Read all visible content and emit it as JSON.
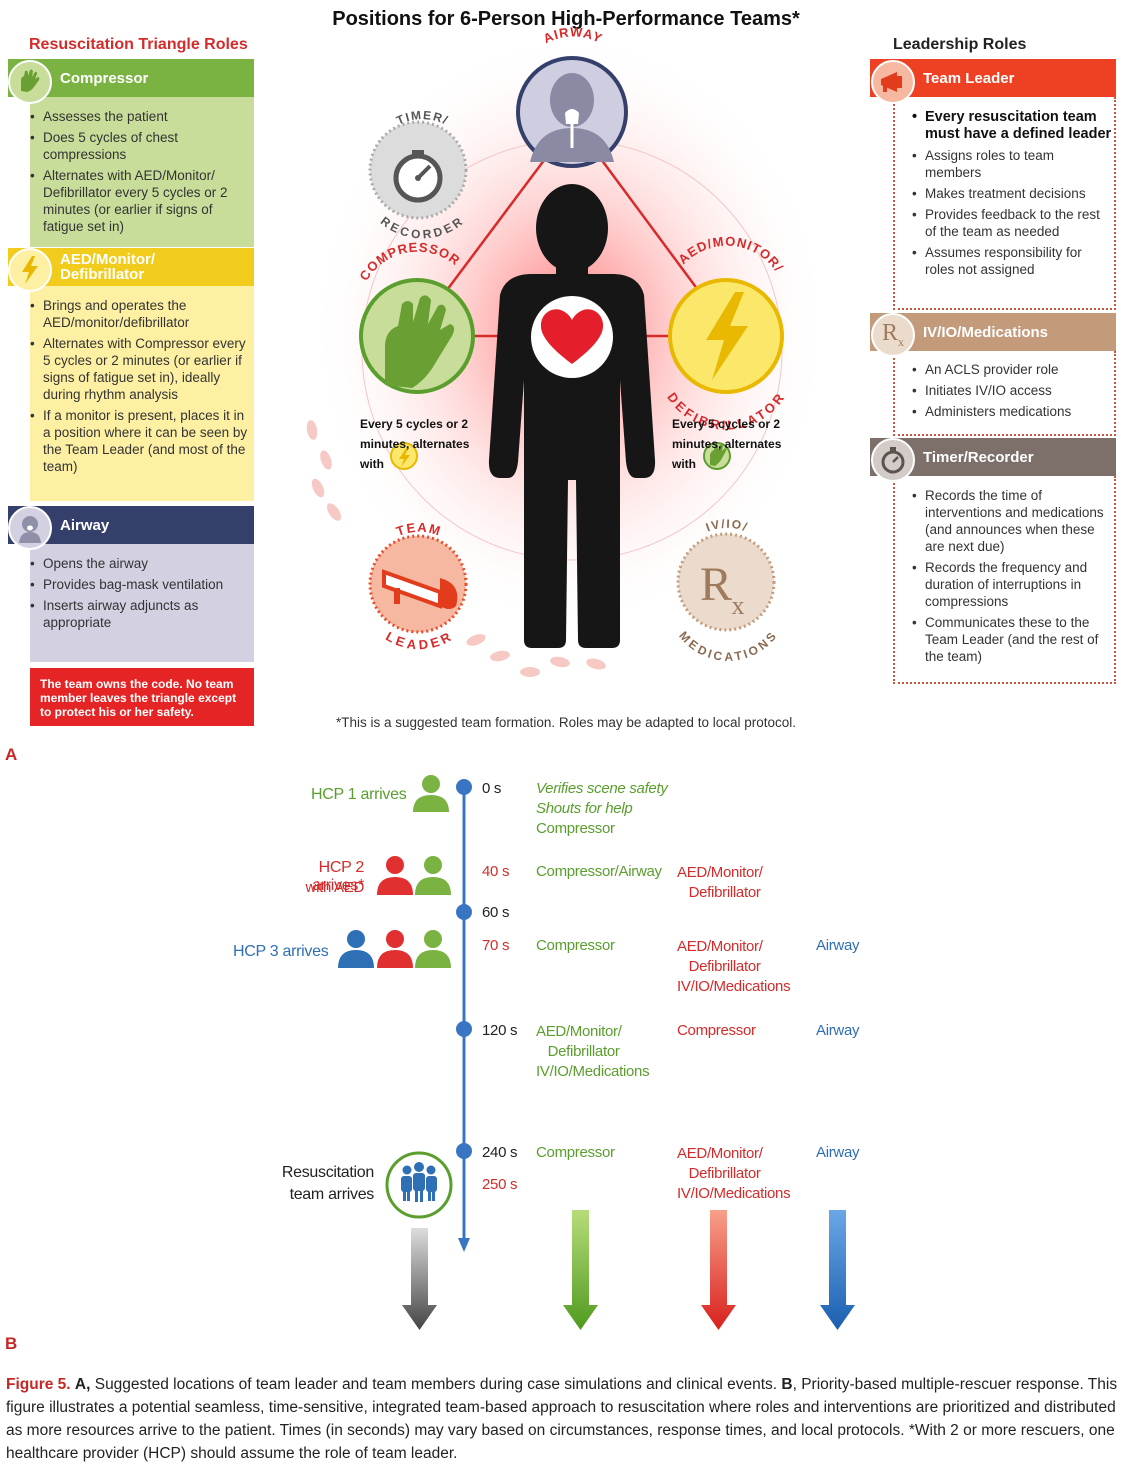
{
  "title": "Positions for 6-Person High-Performance Teams*",
  "triangle_heading": "Resuscitation Triangle Roles",
  "leadership_heading": "Leadership Roles",
  "compressor": {
    "title": "Compressor",
    "items": [
      "Assesses the patient",
      "Does 5 cycles of chest compressions",
      "Alternates with AED/Monitor/ Defibrillator every 5 cycles or 2 minutes (or earlier if signs of fatigue set in)"
    ]
  },
  "aed": {
    "title": "AED/Monitor/\nDefibrillator",
    "items": [
      "Brings and operates the AED/monitor/defibrillator",
      "Alternates with Compressor every 5 cycles or 2 minutes (or earlier if signs of fatigue set in), ideally during rhythm analysis",
      "If a monitor is present, places it in a position where it can be seen by the Team Leader (and most of the team)"
    ]
  },
  "airway": {
    "title": "Airway",
    "items": [
      "Opens the airway",
      "Provides bag-mask ventilation",
      "Inserts airway adjuncts as appropriate"
    ]
  },
  "owns_code": "The team owns the code. No team member leaves the triangle except to protect his or her safety.",
  "team_leader": {
    "title": "Team Leader",
    "items": [
      "Every resuscitation team must have a defined leader",
      "Assigns roles to team members",
      "Makes treatment decisions",
      "Provides feedback to the rest of the team as needed",
      "Assumes responsibility for roles not assigned"
    ]
  },
  "meds": {
    "title": "IV/IO/Medications",
    "items": [
      "An ACLS provider role",
      "Initiates IV/IO access",
      "Administers medications"
    ]
  },
  "timer": {
    "title": "Timer/Recorder",
    "items": [
      "Records the time of interventions and medications (and announces when these are next due)",
      "Records the frequency and duration of interruptions in compressions",
      "Communicates these to the Team Leader (and the rest of the team)"
    ]
  },
  "diagram": {
    "airway_label": "AIRWAY",
    "timer_label_top": "TIMER/",
    "timer_label_bottom": "RECORDER",
    "compressor_label": "COMPRESSOR",
    "aed_label_top": "AED/MONITOR/",
    "aed_label_bottom": "DEFIBRILLATOR",
    "leader_label_top": "TEAM",
    "leader_label_bottom": "LEADER",
    "meds_label_top": "IV/IO/",
    "meds_label_bottom": "MEDICATIONS",
    "rx_symbol": "R",
    "rx_sub": "x",
    "alternates_left": "Every 5 cycles or 2\nminutes, alternates\nwith",
    "alternates_right": "Every 5 cycles or 2\nminutes, alternates\nwith"
  },
  "note": "*This is a suggested team formation. Roles may be adapted to local protocol.",
  "panel_a": "A",
  "panel_b": "B",
  "timeline": {
    "hcp1": "HCP 1 arrives",
    "hcp2_line1": "HCP 2 arrives*",
    "hcp2_line2": "with AED",
    "hcp3": "HCP 3 arrives",
    "team_line1": "Resuscitation",
    "team_line2": "team arrives",
    "t0": "0 s",
    "t40": "40 s",
    "t60": "60 s",
    "t70": "70 s",
    "t120": "120 s",
    "t240": "240 s",
    "t250": "250 s",
    "r0_a": "Verifies scene safety",
    "r0_b": "Shouts for help",
    "r0_c": "Compressor",
    "r40_1": "Compressor/Airway",
    "r40_2": "AED/Monitor/\n   Defibrillator",
    "r70_1": "Compressor",
    "r70_2": "AED/Monitor/\n   Defibrillator\nIV/IO/Medications",
    "r70_3": "Airway",
    "r120_1": "AED/Monitor/\n   Defibrillator\nIV/IO/Medications",
    "r120_2": "Compressor",
    "r120_3": "Airway",
    "r240_1": "Compressor",
    "r240_2": "AED/Monitor/\n   Defibrillator\nIV/IO/Medications",
    "r240_3": "Airway"
  },
  "caption": {
    "fig": "Figure 5.",
    "a": "A,",
    "a_text": " Suggested locations of team leader and team members during case simulations and clinical events. ",
    "b": "B",
    "b_text": ", Priority-based multiple-rescuer response. This figure illustrates a potential seamless, time-sensitive, integrated team-based approach to resuscitation where roles and interventions are prioritized and distributed as more resources arrive to the patient. Times (in seconds) may vary based on circumstances, response times, and local protocols. *With 2 or more rescuers, one healthcare provider (HCP) should assume the role of team leader."
  },
  "colors": {
    "green": "#7ab342",
    "yellow": "#f2cc1d",
    "navy": "#343f6b",
    "red": "#e52525",
    "orange_red": "#ee4123",
    "tan": "#c39a7a",
    "taupe": "#7d706b",
    "timeline_blue": "#3a75c4"
  }
}
